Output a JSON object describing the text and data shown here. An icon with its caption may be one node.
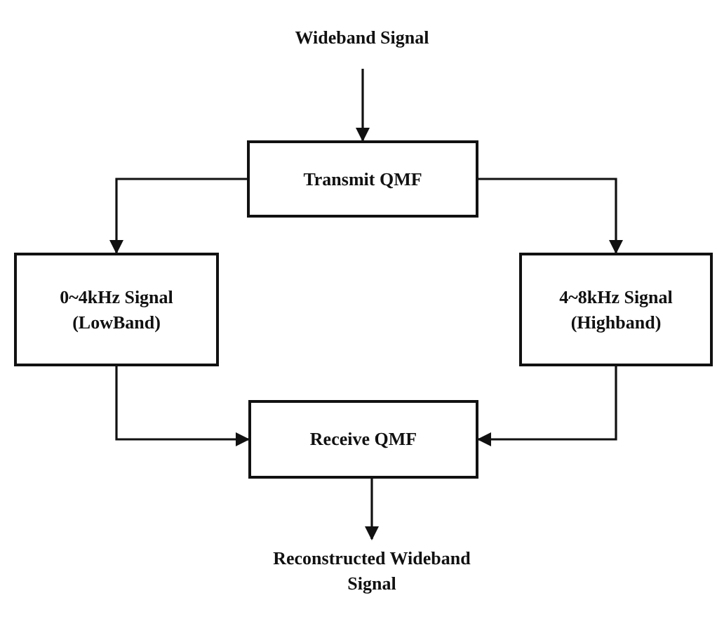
{
  "diagram": {
    "nodes": [
      {
        "text": [
          "Wideband Signal"
        ]
      },
      {
        "text": [
          "Transmit QMF"
        ]
      },
      {
        "text": [
          "0~4kHz Signal (LowBand)"
        ]
      },
      {
        "text": [
          "4~8kHz Signal (Highband)"
        ]
      },
      {
        "text": [
          "Receive QMF"
        ]
      },
      {
        "text": [
          "Reconstructed Wideband Signal"
        ]
      }
    ],
    "edges": [
      {
        "from": 0,
        "to": 1,
        "arrow": "to"
      },
      {
        "from": 1,
        "to": 2,
        "arrow": "to"
      },
      {
        "from": 1,
        "to": 3,
        "arrow": "to"
      },
      {
        "from": 2,
        "to": 4,
        "arrow": "to"
      },
      {
        "from": 3,
        "to": 4,
        "arrow": "to"
      },
      {
        "from": 4,
        "to": 5,
        "arrow": "to"
      }
    ]
  }
}
